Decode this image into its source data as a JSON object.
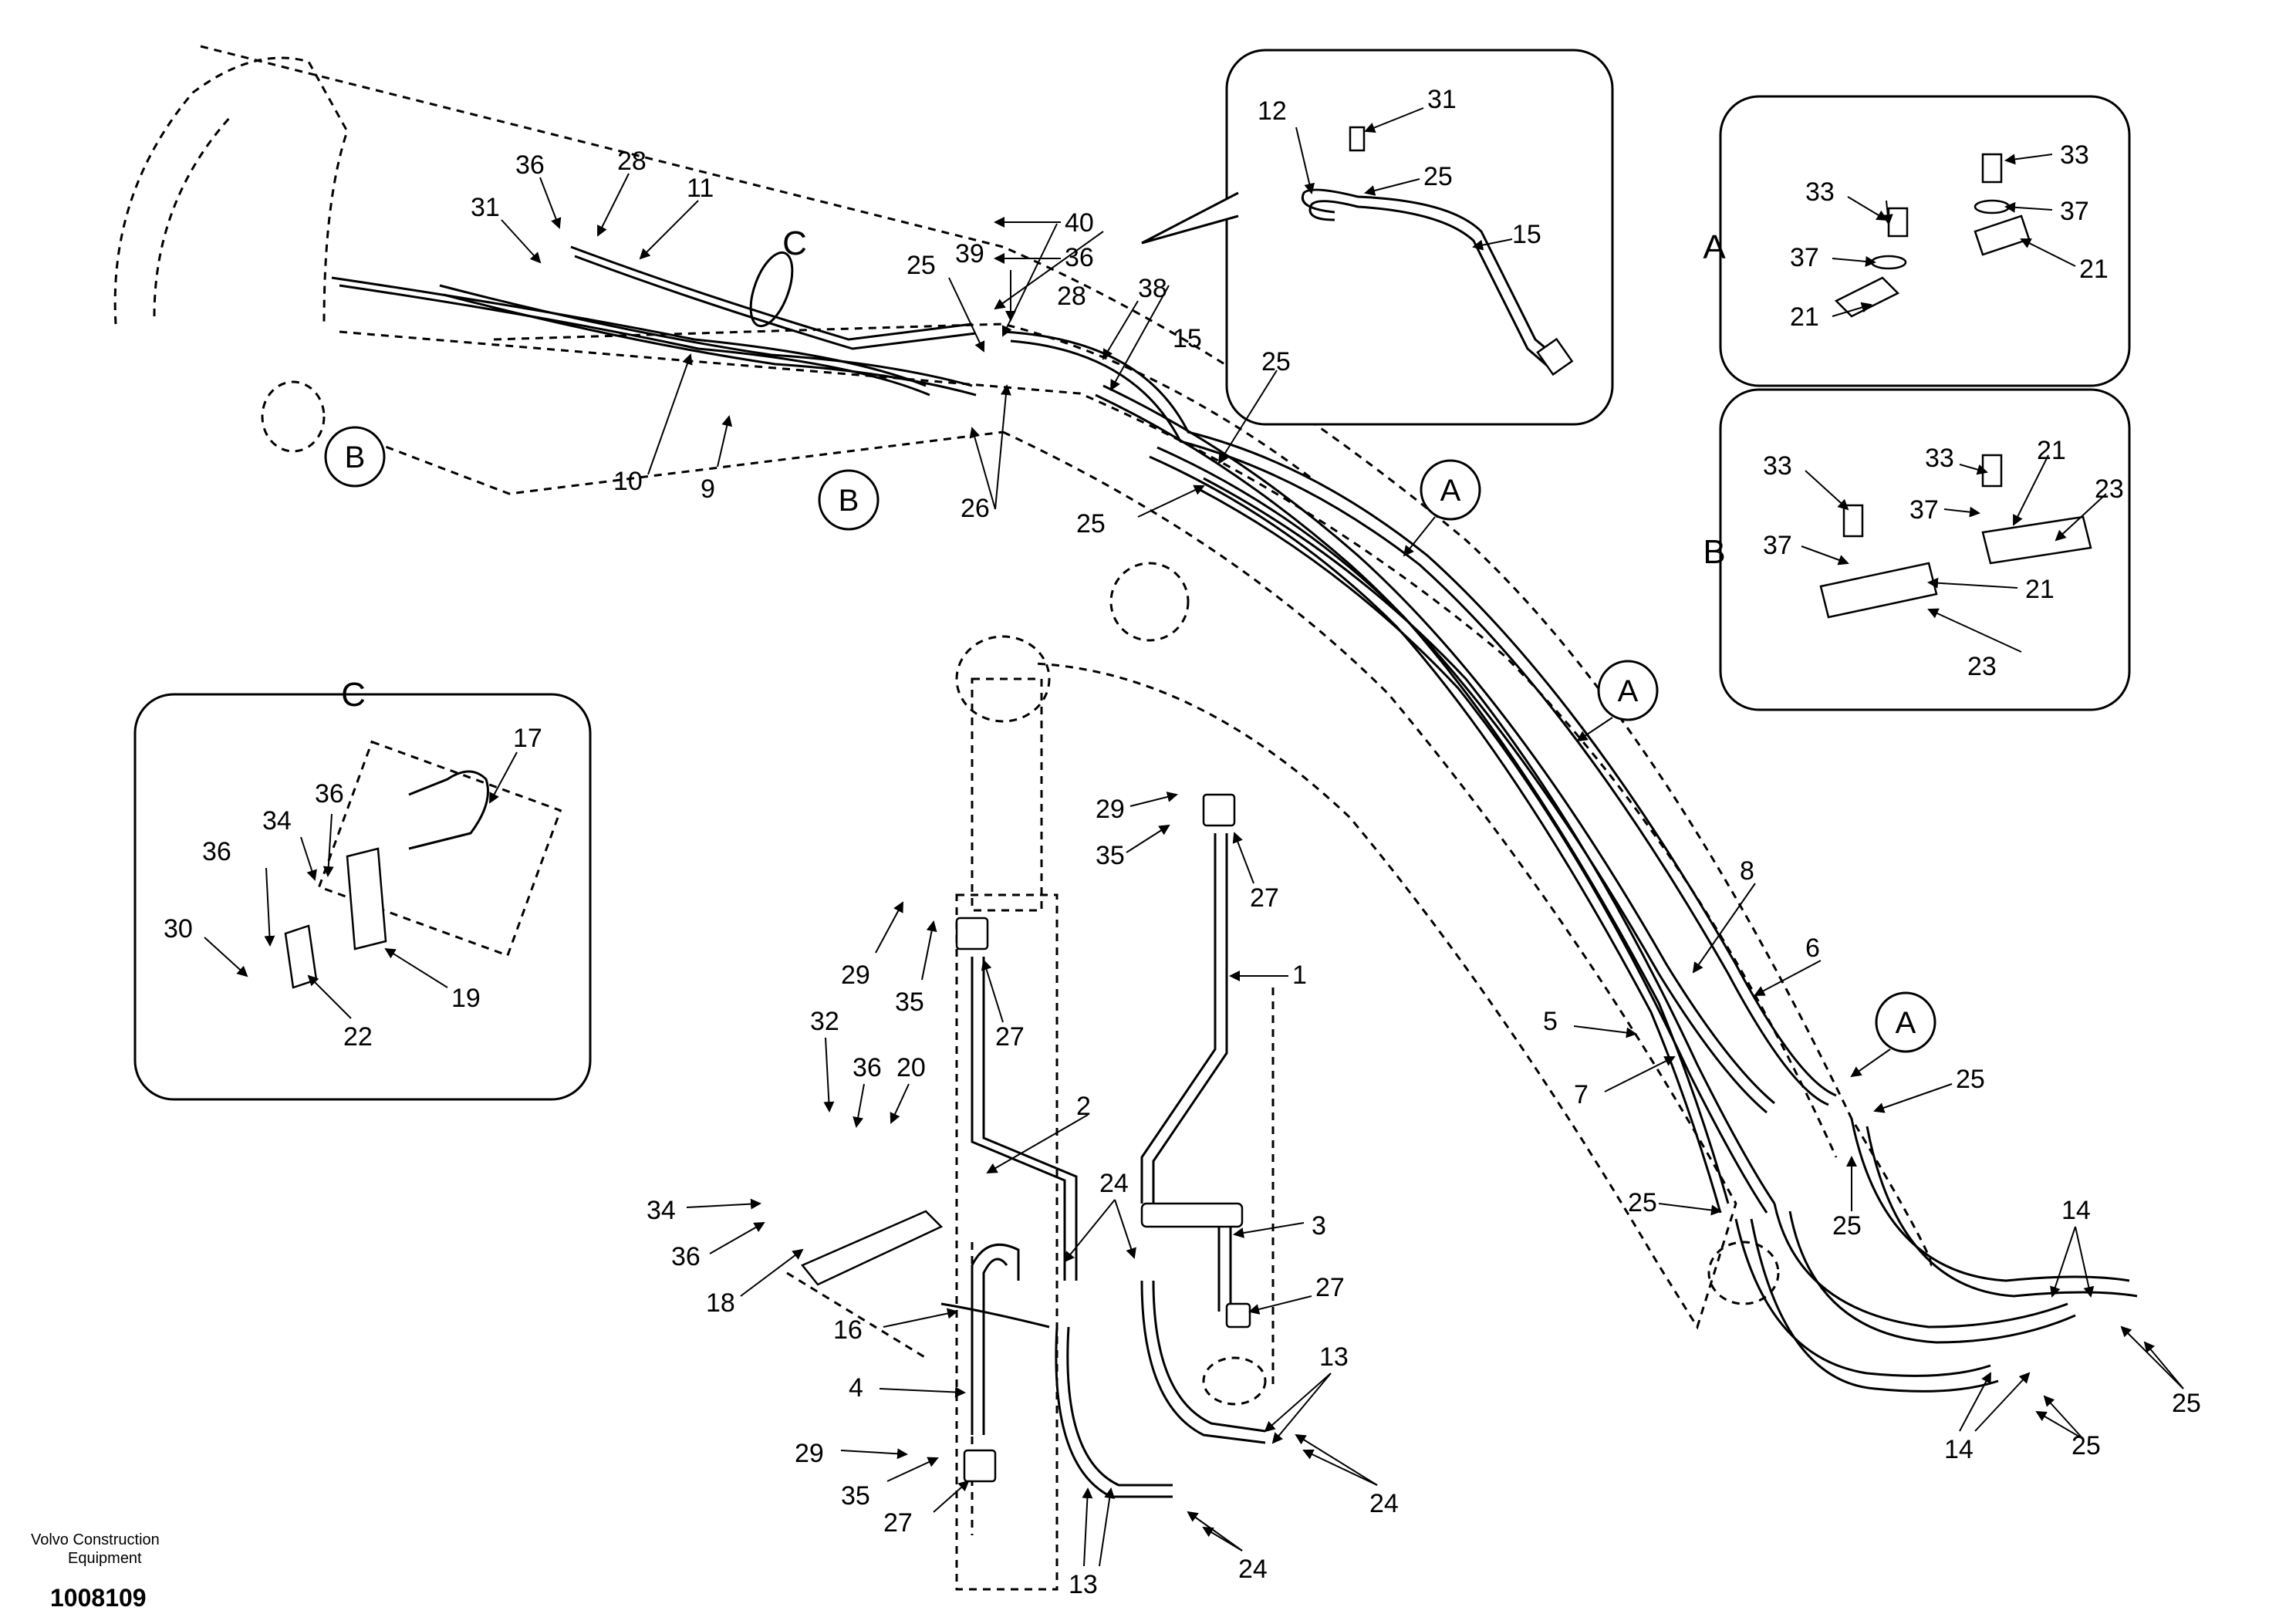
{
  "callouts": [
    "1",
    "2",
    "3",
    "4",
    "5",
    "6",
    "7",
    "8",
    "9",
    "10",
    "11",
    "12",
    "13",
    "14",
    "15",
    "16",
    "17",
    "18",
    "19",
    "20",
    "21",
    "22",
    "23",
    "24",
    "25",
    "26",
    "27",
    "28",
    "29",
    "30",
    "31",
    "32",
    "33",
    "34",
    "35",
    "36",
    "37",
    "38",
    "40",
    "39"
  ],
  "detail_labels": {
    "a": "A",
    "b": "B",
    "c": "C"
  },
  "footer": {
    "company_line1": "Volvo Construction",
    "company_line2": "Equipment",
    "drawing_number": "1008109"
  }
}
